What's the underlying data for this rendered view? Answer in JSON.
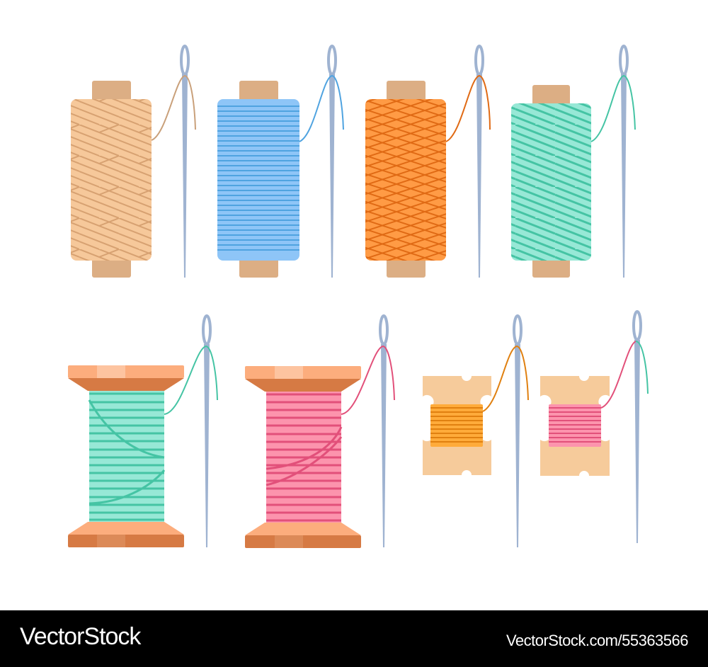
{
  "illustration": {
    "subject": "Thread spools and sewing needles",
    "background": "#ffffff",
    "needle_color": "#9fb3d1",
    "items": [
      {
        "kind": "spool-spindle",
        "pattern": "herringbone",
        "thread_color": "#f6c89a",
        "line_color": "#d7a171",
        "core_color": "#dcae84"
      },
      {
        "kind": "spool-spindle",
        "pattern": "horizontal-wraps",
        "thread_color": "#8ec5f7",
        "line_color": "#4fa3e0",
        "core_color": "#dcae84"
      },
      {
        "kind": "spool-spindle",
        "pattern": "crosshatch",
        "thread_color": "#ff9b45",
        "line_color": "#e06a14",
        "core_color": "#dcae84"
      },
      {
        "kind": "spool-spindle",
        "pattern": "herringbone",
        "thread_color": "#97e8d6",
        "line_color": "#45c4a4",
        "core_color": "#dcae84"
      },
      {
        "kind": "wooden-spool",
        "pattern": "horizontal-wraps",
        "thread_color": "#97e8d6",
        "line_color": "#45c4a4",
        "flange_color": "#fcad7d"
      },
      {
        "kind": "wooden-spool",
        "pattern": "horizontal-wraps",
        "thread_color": "#fc94ad",
        "line_color": "#e2507a",
        "flange_color": "#fcad7d"
      },
      {
        "kind": "card-bobbin",
        "pattern": "horizontal-wraps",
        "thread_color": "#ffab3a",
        "line_color": "#e08010",
        "card_color": "#f6cb9b"
      },
      {
        "kind": "card-bobbin",
        "pattern": "horizontal-wraps",
        "thread_color": "#fc94ad",
        "line_color": "#e2507a",
        "card_color": "#f6cb9b"
      }
    ]
  },
  "footer": {
    "brand": "VectorStock",
    "url": "VectorStock.com/55363566"
  }
}
